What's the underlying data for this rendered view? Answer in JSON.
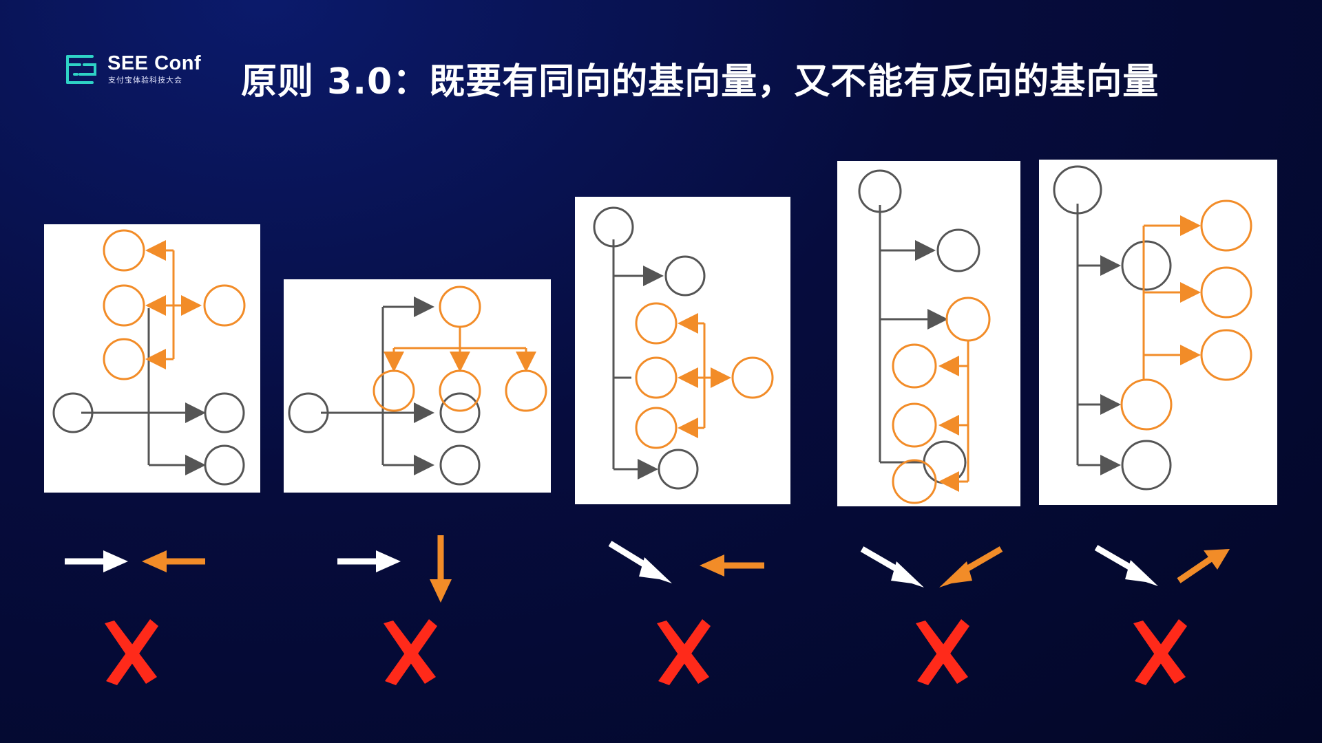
{
  "logo": {
    "name": "SEE Conf",
    "subtitle": "支付宝体验科技大会",
    "accent_color": "#2fd3c6",
    "icon": "see-conf-logo-mark"
  },
  "title": "原则 3.0：既要有同向的基向量，又不能有反向的基向量",
  "colors": {
    "node_gray": "#555555",
    "node_orange": "#f28c28",
    "arrow_white": "#ffffff",
    "cross_red": "#ff2a1a"
  },
  "examples": [
    {
      "id": 1,
      "base_vector": "right",
      "sub_vector": "left",
      "verdict": "wrong"
    },
    {
      "id": 2,
      "base_vector": "right",
      "sub_vector": "down",
      "verdict": "wrong"
    },
    {
      "id": 3,
      "base_vector": "down-right",
      "sub_vector": "left",
      "verdict": "wrong"
    },
    {
      "id": 4,
      "base_vector": "down-right",
      "sub_vector": "down-left",
      "verdict": "wrong"
    },
    {
      "id": 5,
      "base_vector": "down-right",
      "sub_vector": "up-right",
      "verdict": "wrong"
    }
  ]
}
